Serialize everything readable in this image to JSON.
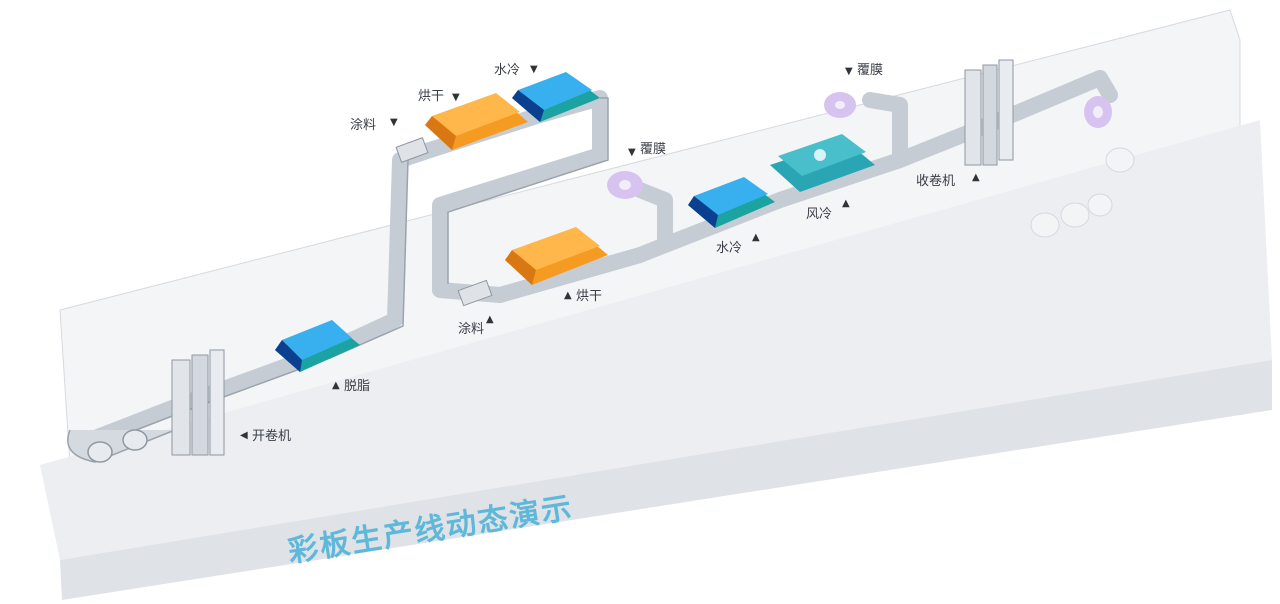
{
  "title": "彩板生产线动态演示",
  "labels": {
    "uncoiler_left": "开卷机",
    "degrease": "脱脂",
    "coat_lower": "涂料",
    "dry_lower": "烘干",
    "water_cool_lower": "水冷",
    "air_cool": "风冷",
    "film_lower": "覆膜",
    "coat_upper": "涂料",
    "dry_upper": "烘干",
    "water_cool_upper": "水冷",
    "film_upper": "覆膜",
    "recoiler_right": "收卷机"
  },
  "colors": {
    "platform_top": "#eef0f3",
    "platform_front": "#e2e5ea",
    "strip": "#c9ced6",
    "strip_edge": "#9aa3ad",
    "oven": "#f59b22",
    "oven_dark": "#d97812",
    "cooler": "#1f7fd6",
    "cooler_dark": "#0b3f8f",
    "cooler_frame": "#1aa3a0",
    "air_cooler": "#2aa5b4",
    "film_roll": "#d7c3ef",
    "title": "#5fb8d9"
  },
  "markers": {
    "up": "▲",
    "down": "▼",
    "left": "◀"
  }
}
